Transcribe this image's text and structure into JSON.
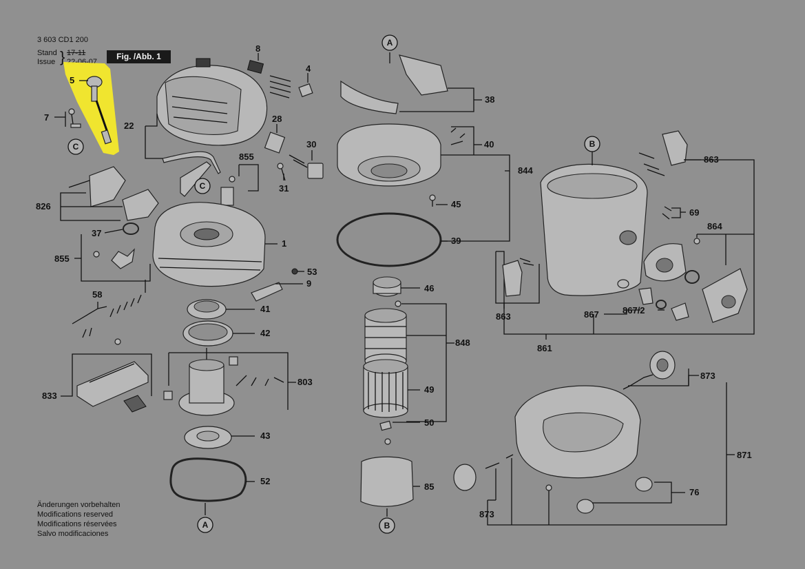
{
  "header": {
    "doc_number": "3 603 CD1 200",
    "stand_label": "Stand",
    "stand_value": "17-11",
    "issue_label": "Issue",
    "issue_value": "22-06-07",
    "figure_label": "Fig. /Abb. 1"
  },
  "notes": [
    "Änderungen vorbehalten",
    "Modifications reserved",
    "Modifications réservées",
    "Salvo modificaciones"
  ],
  "highlight_color": "#f5ea2a",
  "part_numbers": {
    "p1": "1",
    "p4": "4",
    "p5": "5",
    "p7": "7",
    "p8": "8",
    "p9": "9",
    "p22": "22",
    "p28": "28",
    "p30": "30",
    "p31": "31",
    "p37": "37",
    "p38": "38",
    "p39": "39",
    "p40": "40",
    "p41": "41",
    "p42": "42",
    "p43": "43",
    "p45": "45",
    "p46": "46",
    "p49": "49",
    "p50": "50",
    "p52": "52",
    "p53": "53",
    "p58": "58",
    "p69": "69",
    "p76": "76",
    "p85": "85",
    "p803": "803",
    "p826": "826",
    "p833": "833",
    "p844": "844",
    "p848": "848",
    "p855a": "855",
    "p855b": "855",
    "p861": "861",
    "p863a": "863",
    "p863b": "863",
    "p864": "864",
    "p867": "867",
    "p867_2": "867/2",
    "p871": "871",
    "p873a": "873",
    "p873b": "873"
  },
  "connectors": {
    "a_top": "A",
    "a_bottom": "A",
    "b_top": "B",
    "b_bottom": "B",
    "c_left": "C",
    "c_mid": "C"
  }
}
